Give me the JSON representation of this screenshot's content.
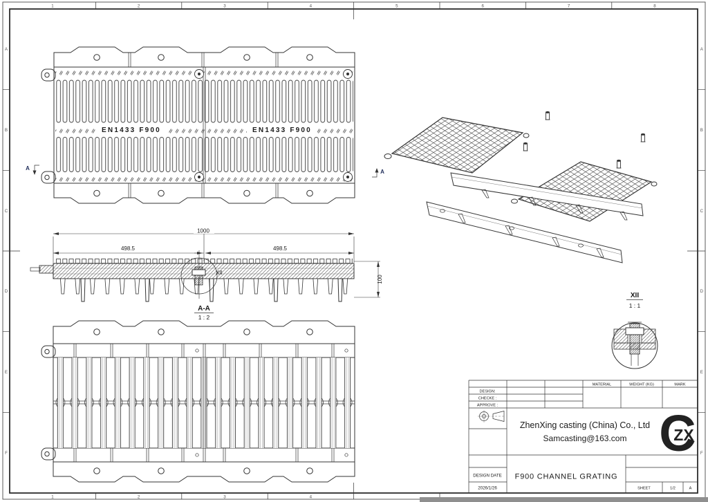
{
  "colors": {
    "line": "#333333",
    "accent_blue": "#3647d6",
    "logo_gray": "#3d3d3d",
    "page_edge": "#8f8f8f"
  },
  "frame": {
    "zones_top": [
      "1",
      "2",
      "3",
      "4",
      "5",
      "6",
      "7",
      "8"
    ],
    "zones_bottom": [
      "1",
      "2",
      "3",
      "4"
    ],
    "zones_left": [
      "A",
      "B",
      "C",
      "D",
      "E",
      "F"
    ],
    "zones_right": [
      "A",
      "B",
      "C",
      "D",
      "E",
      "F"
    ]
  },
  "top_view": {
    "stamp_left": "EN1433 F900",
    "stamp_right": "EN1433 F900",
    "cut_label_left": "A",
    "cut_label_right": "A"
  },
  "section_view": {
    "dim_total": "1000",
    "dim_left": "498.5",
    "dim_right": "498.5",
    "dim_height": "100",
    "detail_ref": "XII",
    "title": "A-A",
    "scale": "1 : 2"
  },
  "detail_view": {
    "title": "XII",
    "scale": "1 : 1"
  },
  "title_block": {
    "material_label": "MATERIAL",
    "weight_label": "WEIGHT (KG)",
    "mark_label": "MARK",
    "design_label": "DESIGN:",
    "checke_label": "CHECKE :",
    "approve_label": "APPROVE :",
    "company_name": "ZhenXing casting (China) Co., Ltd",
    "company_email": "Samcasting@163.com",
    "design_date_label": "DESIGN DATE",
    "design_date_value": "2026/1/26",
    "drawing_title": "F900 CHANNEL GRATING",
    "sheet_label": "SHEET",
    "sheet_value": "1/2",
    "revision": "A",
    "logo_c": "C",
    "logo_zx": "ZX"
  }
}
